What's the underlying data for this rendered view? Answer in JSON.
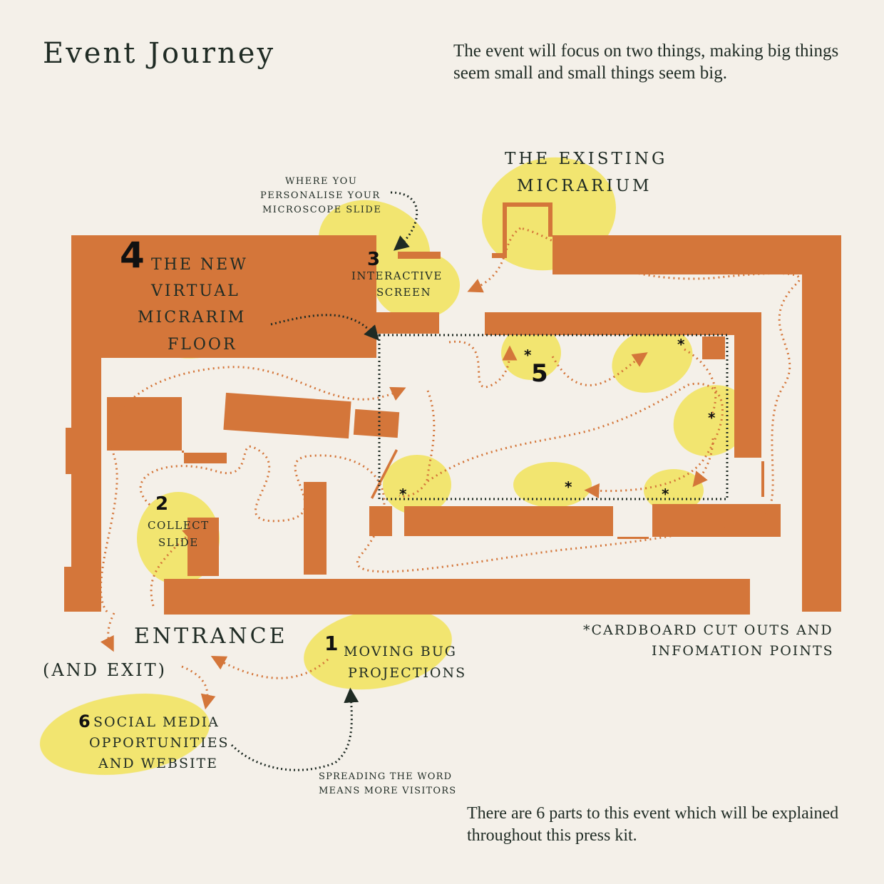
{
  "title": "Event Journey",
  "intro": "The event will focus on two things, making big things seem small and small things seem big.",
  "outro": "There are 6 parts to this event which will be explained throughout this press kit.",
  "labels": {
    "existing_line1": "THE EXISTING",
    "existing_line2": "MICRARIUM",
    "personalise_line1": "WHERE YOU",
    "personalise_line2": "PERSONALISE YOUR",
    "personalise_line3": "MICROSCOPE SLIDE",
    "step3_num": "3",
    "step3_line1": "INTERACTIVE",
    "step3_line2": "SCREEN",
    "step4_num": "4",
    "step4_line1": "THE NEW",
    "step4_line2": "VIRTUAL",
    "step4_line3": "MICRARIM",
    "step4_line4": "FLOOR",
    "step5_num": "5",
    "step2_num": "2",
    "step2_line1": "COLLECT",
    "step2_line2": "SLIDE",
    "entrance": "ENTRANCE",
    "exit": "(AND EXIT)",
    "step1_num": "1",
    "step1_line1": "MOVING BUG",
    "step1_line2": "PROJECTIONS",
    "step6_num": "6",
    "step6_line1": "SOCIAL MEDIA",
    "step6_line2": "OPPORTUNITIES",
    "step6_line3": "AND WEBSITE",
    "spreading_line1": "SPREADING THE WORD",
    "spreading_line2": "MEANS MORE VISITORS",
    "cardboard_line1": "*CARDBOARD CUT OUTS AND",
    "cardboard_line2": "INFOMATION POINTS",
    "asterisk": "*"
  },
  "colors": {
    "wall": "#d4763a",
    "blob": "#f2e46a",
    "path": "#d4763a",
    "dark_path": "#1f2b24",
    "background": "#f4f0e9"
  }
}
